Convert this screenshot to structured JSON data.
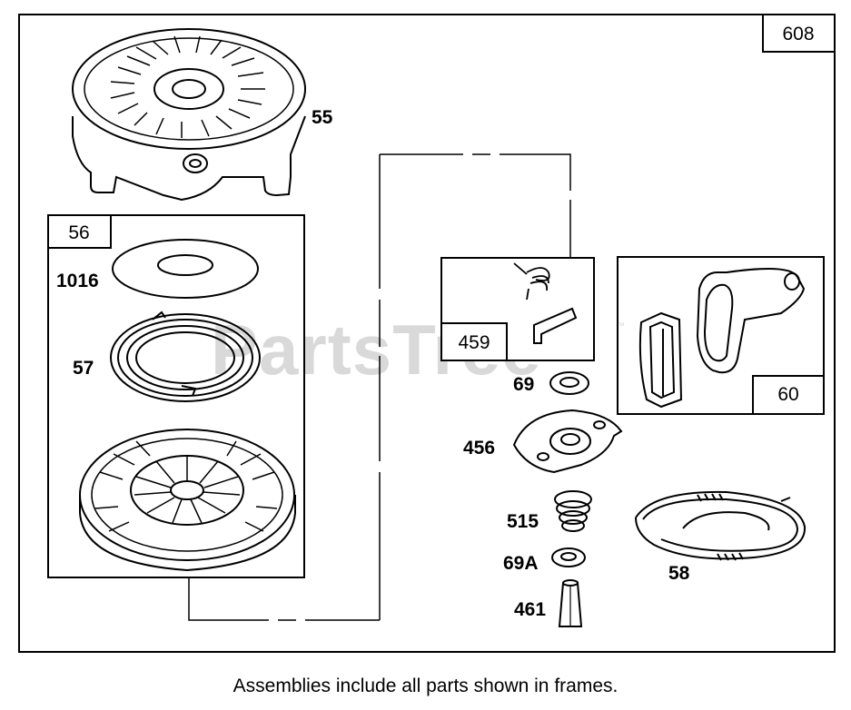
{
  "diagram": {
    "assembly_number": "608",
    "watermark": "PartsTree",
    "watermark_tm": "™",
    "caption": "Assemblies include all parts shown in frames.",
    "frames": {
      "f56": "56",
      "f459": "459",
      "f60": "60"
    },
    "parts": {
      "p55": "55",
      "p1016": "1016",
      "p57": "57",
      "p69": "69",
      "p456": "456",
      "p515": "515",
      "p69a": "69A",
      "p461": "461",
      "p58": "58"
    }
  }
}
